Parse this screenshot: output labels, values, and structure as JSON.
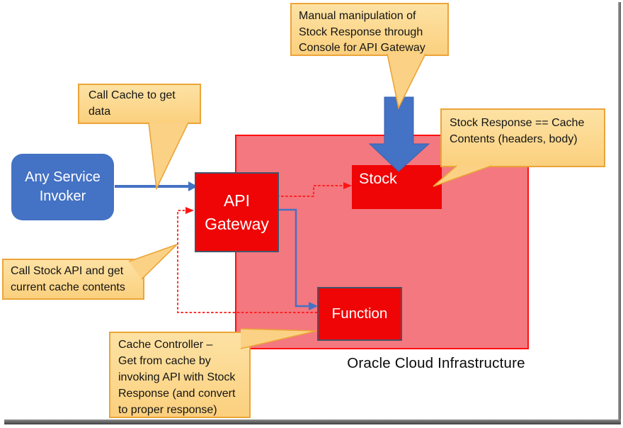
{
  "colors": {
    "node_red": "#ef0505",
    "node_blue": "#4472c4",
    "region_pink": "#f4787f",
    "region_border": "#ff0f0f",
    "callout_border": "#eca438",
    "connector_blue": "#4472c4",
    "connector_red": "#ff1515"
  },
  "nodes": {
    "invoker": {
      "label": "Any Service\nInvoker"
    },
    "gateway": {
      "label": "API\nGateway"
    },
    "stock": {
      "label": "Stock"
    },
    "function": {
      "label": "Function"
    }
  },
  "region": {
    "label": "Oracle Cloud Infrastructure"
  },
  "callouts": {
    "manual": {
      "text": "Manual manipulation of\nStock Response through\nConsole for API Gateway"
    },
    "call_cache": {
      "text": "Call Cache to get data"
    },
    "stock_response": {
      "text": "Stock Response == Cache\nContents (headers, body)"
    },
    "call_stock": {
      "text": "Call Stock API and get\ncurrent cache contents"
    },
    "cache_controller": {
      "text": "Cache Controller –\nGet from cache by\ninvoking API with Stock\nResponse (and convert\nto proper response)"
    }
  }
}
